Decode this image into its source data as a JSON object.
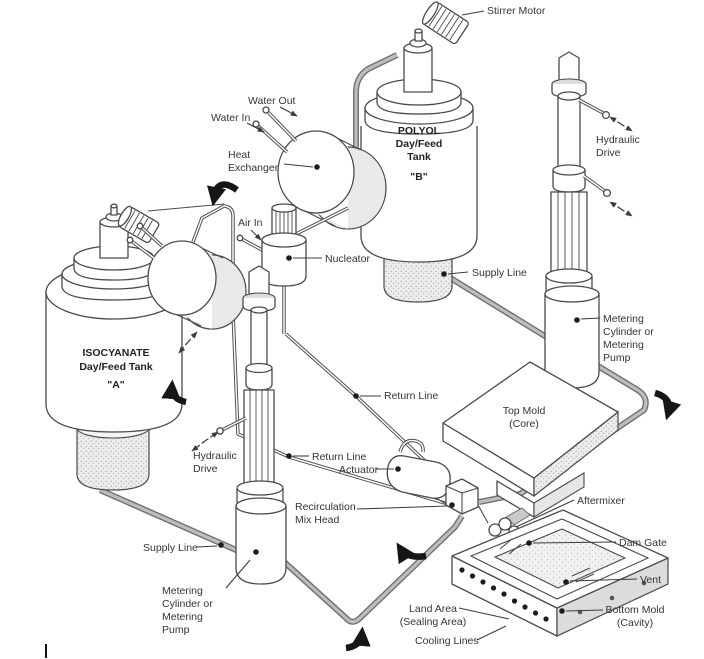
{
  "figure": {
    "labels": {
      "stirrer_motor": "Stirrer Motor",
      "water_out": "Water Out",
      "water_in": "Water In",
      "heat_exchanger": [
        "Heat",
        "Exchanger"
      ],
      "polyol_tank": [
        "POLYOL",
        "Day/Feed",
        "Tank",
        "\"B\""
      ],
      "hydraulic_drive_right": [
        "Hydraulic",
        "Drive"
      ],
      "air_in": "Air In",
      "nucleator": "Nucleator",
      "supply_line_right": "Supply Line",
      "metering_pump_right": [
        "Metering",
        "Cylinder or",
        "Metering",
        "Pump"
      ],
      "isocyanate_tank": [
        "ISOCYANATE",
        "Day/Feed Tank",
        "\"A\""
      ],
      "return_line_upper": "Return Line",
      "return_line_lower": "Return Line",
      "hydraulic_drive_left": [
        "Hydraulic",
        "Drive"
      ],
      "actuator": "Actuator",
      "recirculation_mix_head": [
        "Recirculation",
        "Mix Head"
      ],
      "top_mold": [
        "Top Mold",
        "(Core)"
      ],
      "aftermixer": "Aftermixer",
      "dam_gate": "Dam Gate",
      "vent": "Vent",
      "supply_line_left": "Supply Line",
      "metering_pump_left": [
        "Metering",
        "Cylinder or",
        "Metering",
        "Pump"
      ],
      "land_area": [
        "Land Area",
        "(Sealing Area)"
      ],
      "cooling_lines": "Cooling Lines",
      "bottom_mold": [
        "Bottom Mold",
        "(Cavity)"
      ]
    },
    "colors": {
      "background": "#ffffff",
      "line_art": "#4a4a4a",
      "pipe_gray": "#bdbdbd",
      "pipe_edge": "#707070",
      "label_text": "#343434",
      "bold_arrow": "#161616"
    }
  }
}
